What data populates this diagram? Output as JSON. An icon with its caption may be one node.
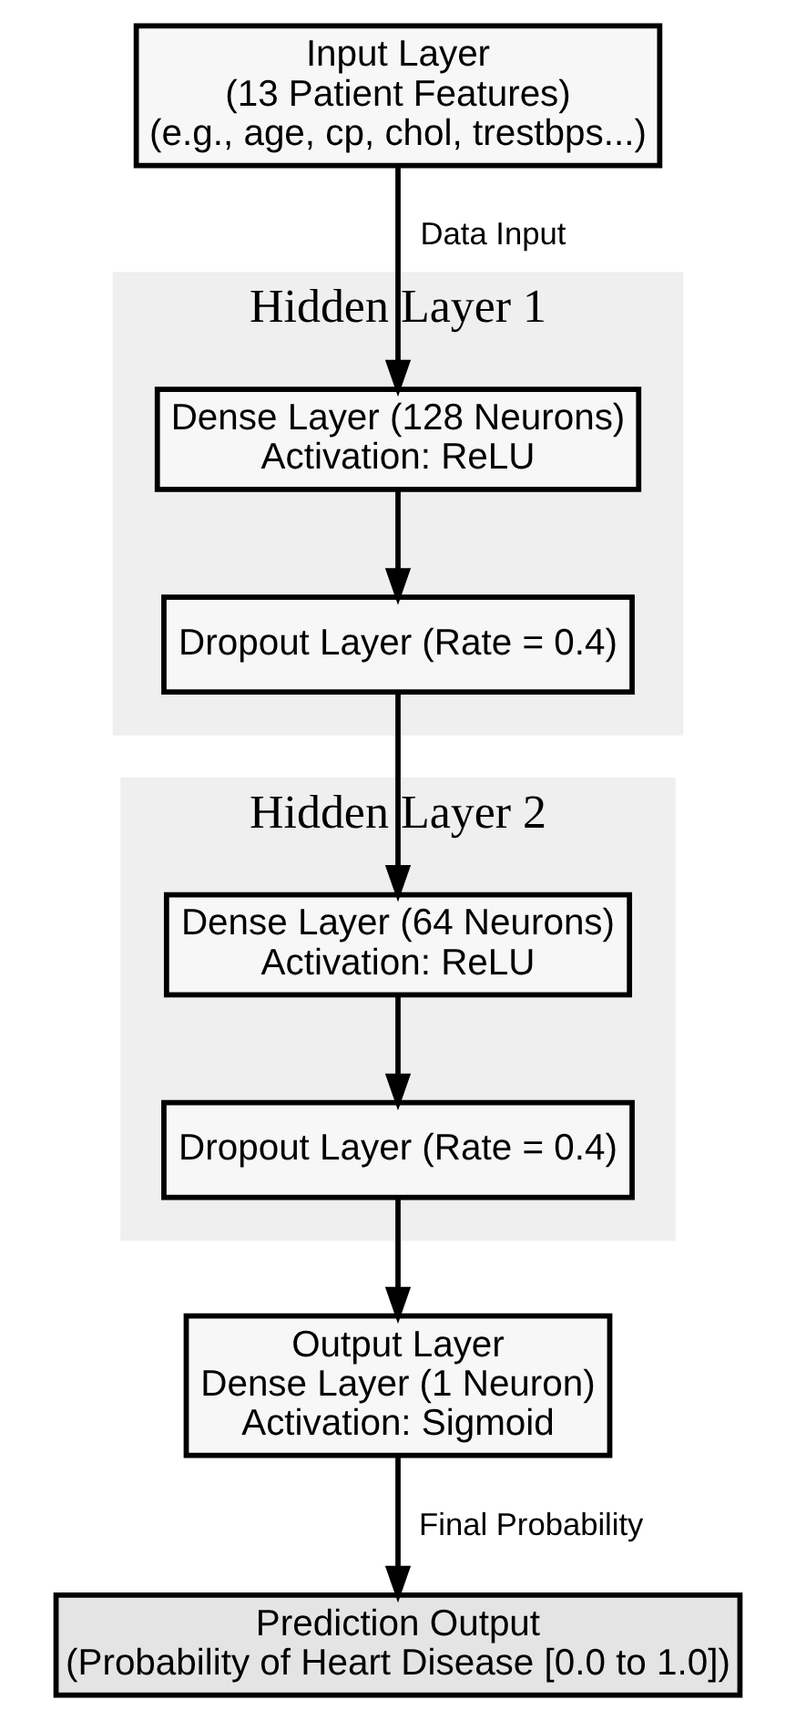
{
  "diagram": {
    "nodes": [
      {
        "text": [
          "Input Layer",
          "(13 Patient Features)",
          "(e.g., age, cp, chol, trestbps...)"
        ]
      },
      {
        "text": [
          "Hidden Layer 1"
        ]
      },
      {
        "text": [
          "Dense Layer (128 Neurons)",
          "Activation: ReLU"
        ],
        "in": 1
      },
      {
        "text": [
          "Dropout Layer (Rate = 0.4)"
        ],
        "in": 1
      },
      {
        "text": [
          "Hidden Layer 2"
        ]
      },
      {
        "text": [
          "Dense Layer (64 Neurons)",
          "Activation: ReLU"
        ],
        "in": 4
      },
      {
        "text": [
          "Dropout Layer (Rate = 0.4)"
        ],
        "in": 4
      },
      {
        "text": [
          "Output Layer",
          "Dense Layer (1 Neuron)",
          "Activation: Sigmoid"
        ]
      },
      {
        "text": [
          "Prediction Output",
          "(Probability of Heart Disease [0.0 to 1.0])"
        ]
      }
    ],
    "edges": [
      {
        "from": 0,
        "to": 2,
        "arrow": "to",
        "label": "Data Input"
      },
      {
        "from": 2,
        "to": 3,
        "arrow": "to"
      },
      {
        "from": 3,
        "to": 5,
        "arrow": "to"
      },
      {
        "from": 5,
        "to": 6,
        "arrow": "to"
      },
      {
        "from": 6,
        "to": 7,
        "arrow": "to"
      },
      {
        "from": 7,
        "to": 8,
        "arrow": "to",
        "label": "Final Probability"
      }
    ]
  }
}
